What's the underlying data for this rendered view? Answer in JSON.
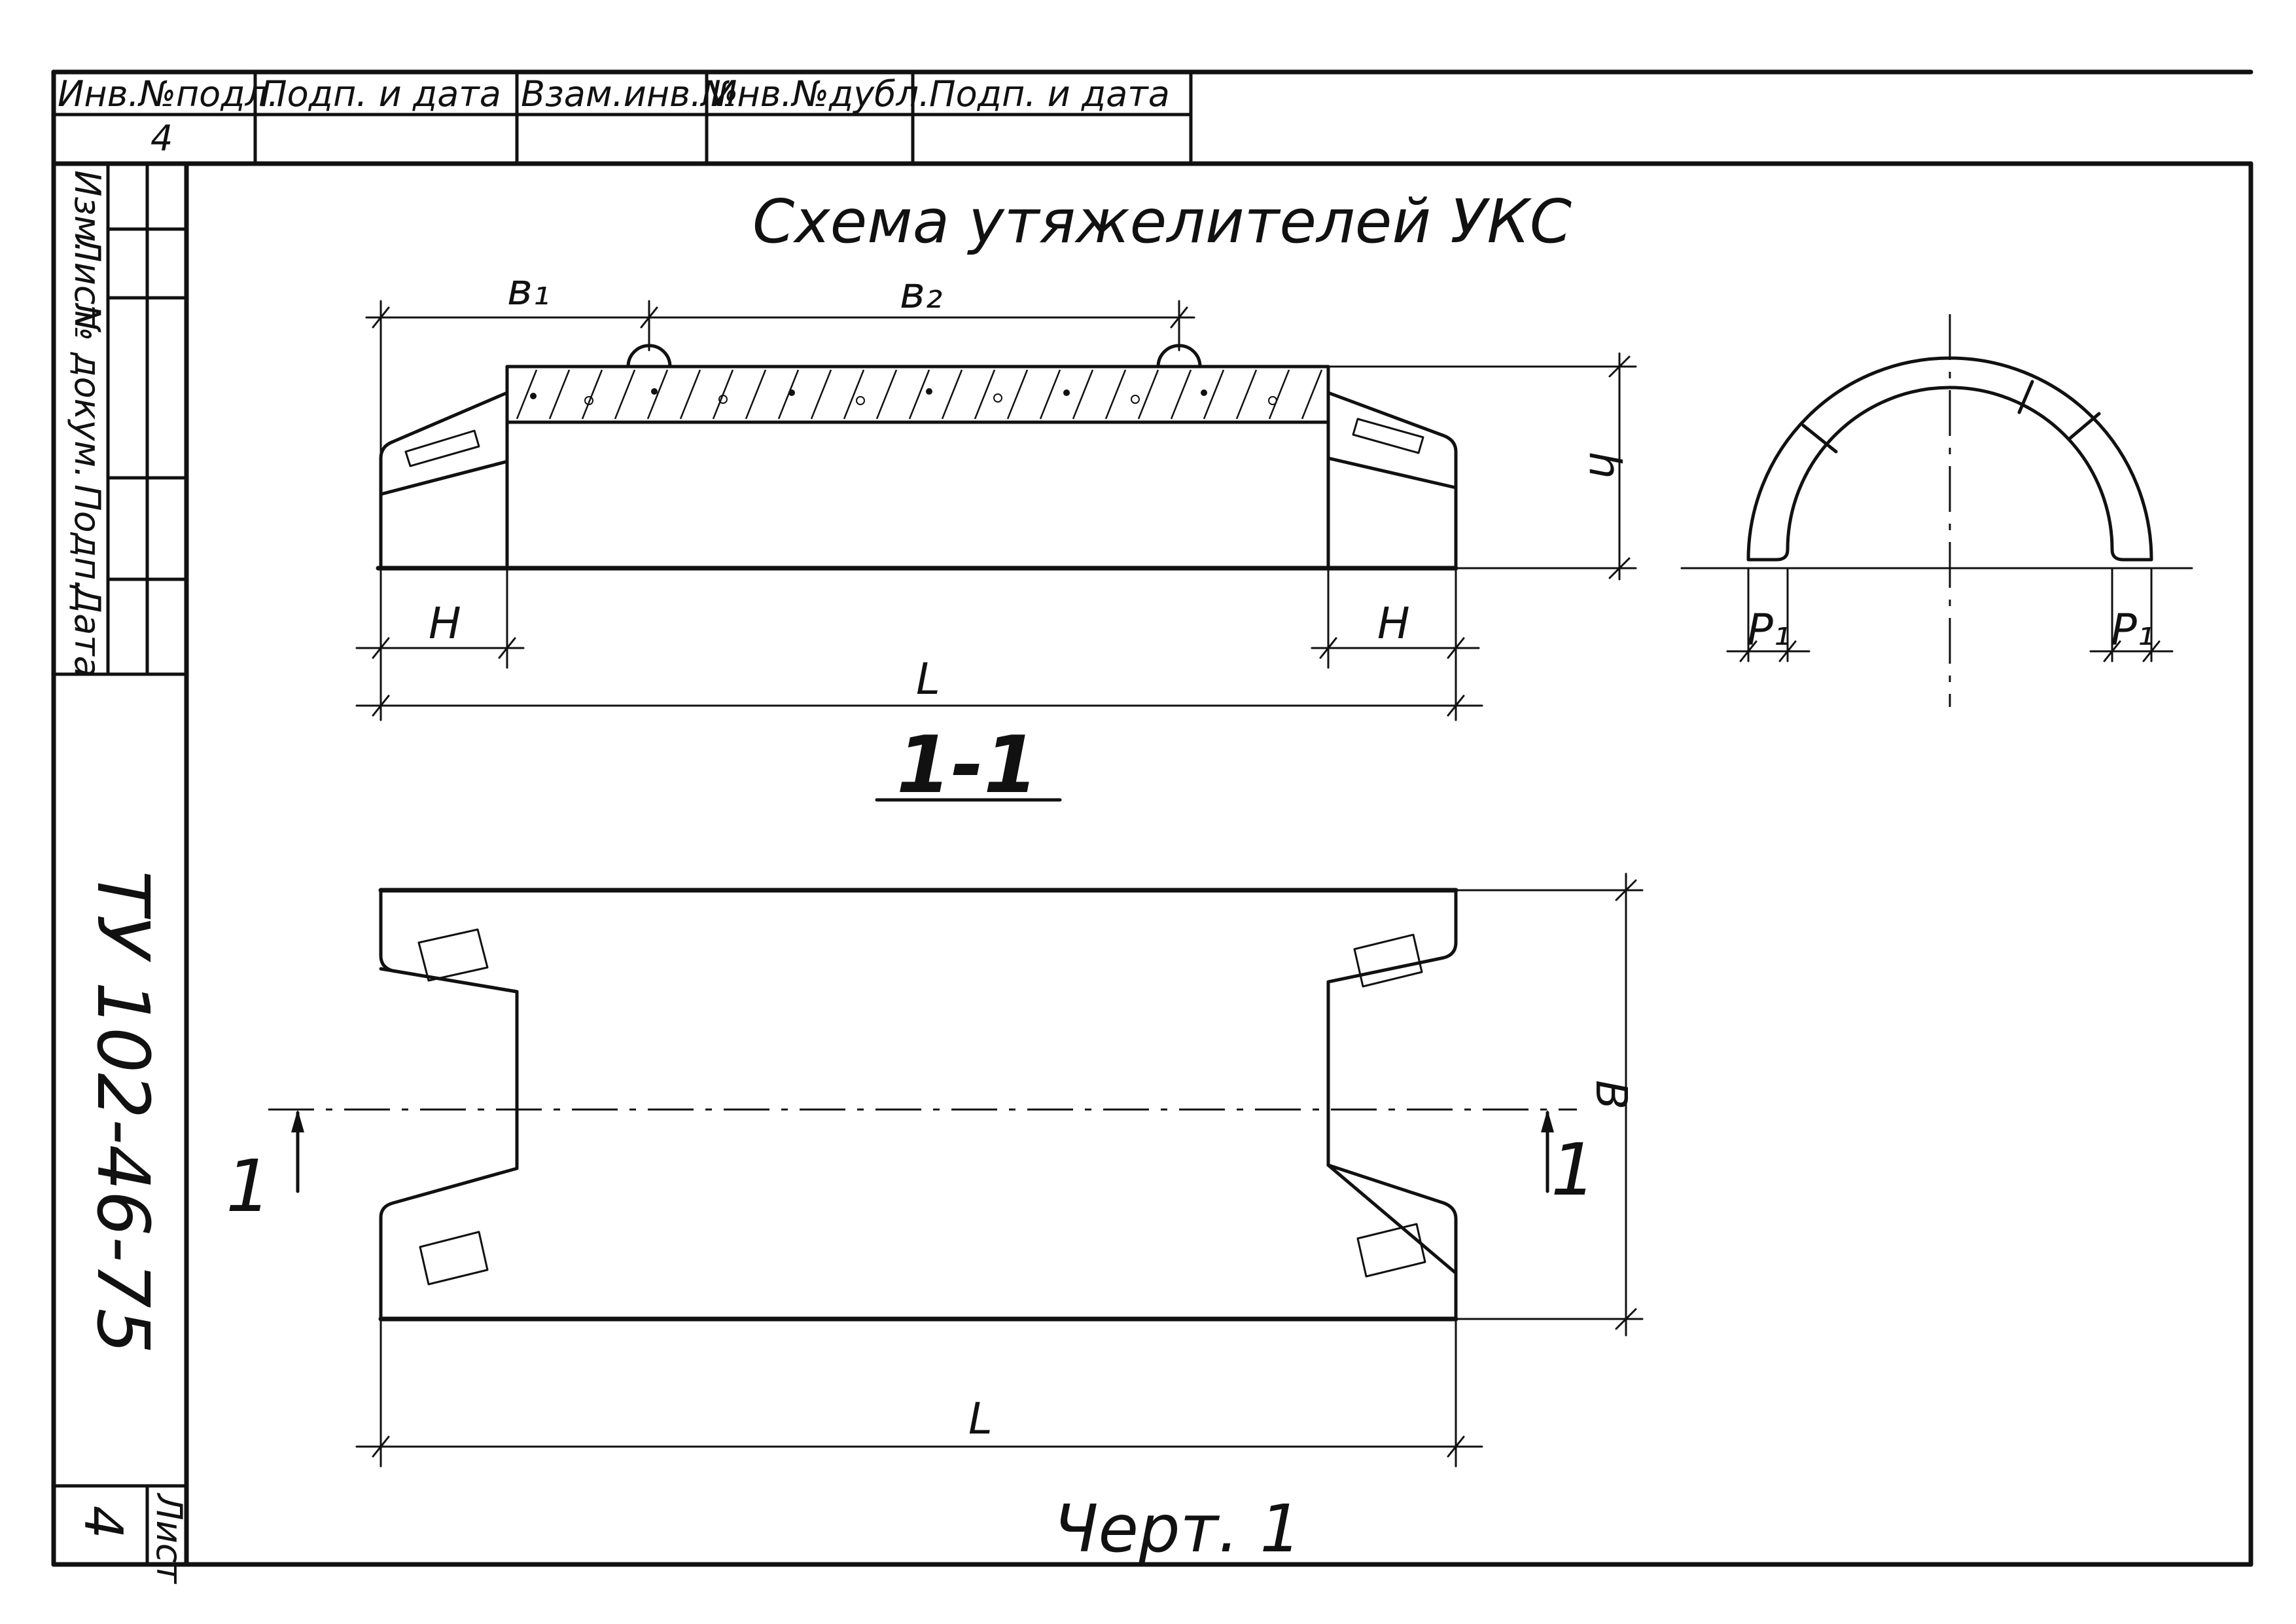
{
  "drawing": {
    "title": "Схема утяжелителей УКС",
    "section_label": "1-1",
    "figure_label": "Черт. 1",
    "doc_code": "ТУ 102-46-75",
    "sheet_number": "4"
  },
  "title_block_top": {
    "headers": [
      "Инв.№подл.",
      "Подп. и дата",
      "Взам.инв.№",
      "Инв.№дубл.",
      "Подп. и дата"
    ],
    "values": [
      "4",
      "",
      "",
      "",
      ""
    ]
  },
  "title_block_side": {
    "labels": [
      "Изм.",
      "Лист",
      "№ докум.",
      "Подп.",
      "Дата"
    ],
    "sheet_label": "Лист"
  },
  "dimensions": {
    "b1": "в₁",
    "b2": "в₂",
    "h": "h",
    "H_left": "H",
    "H_right": "H",
    "L_top": "L",
    "L_bottom": "L",
    "B": "B",
    "P1_left": "P₁",
    "P1_right": "P₁",
    "cut_left": "1",
    "cut_right": "1"
  },
  "colors": {
    "ink": "#111111",
    "paper": "#ffffff"
  }
}
